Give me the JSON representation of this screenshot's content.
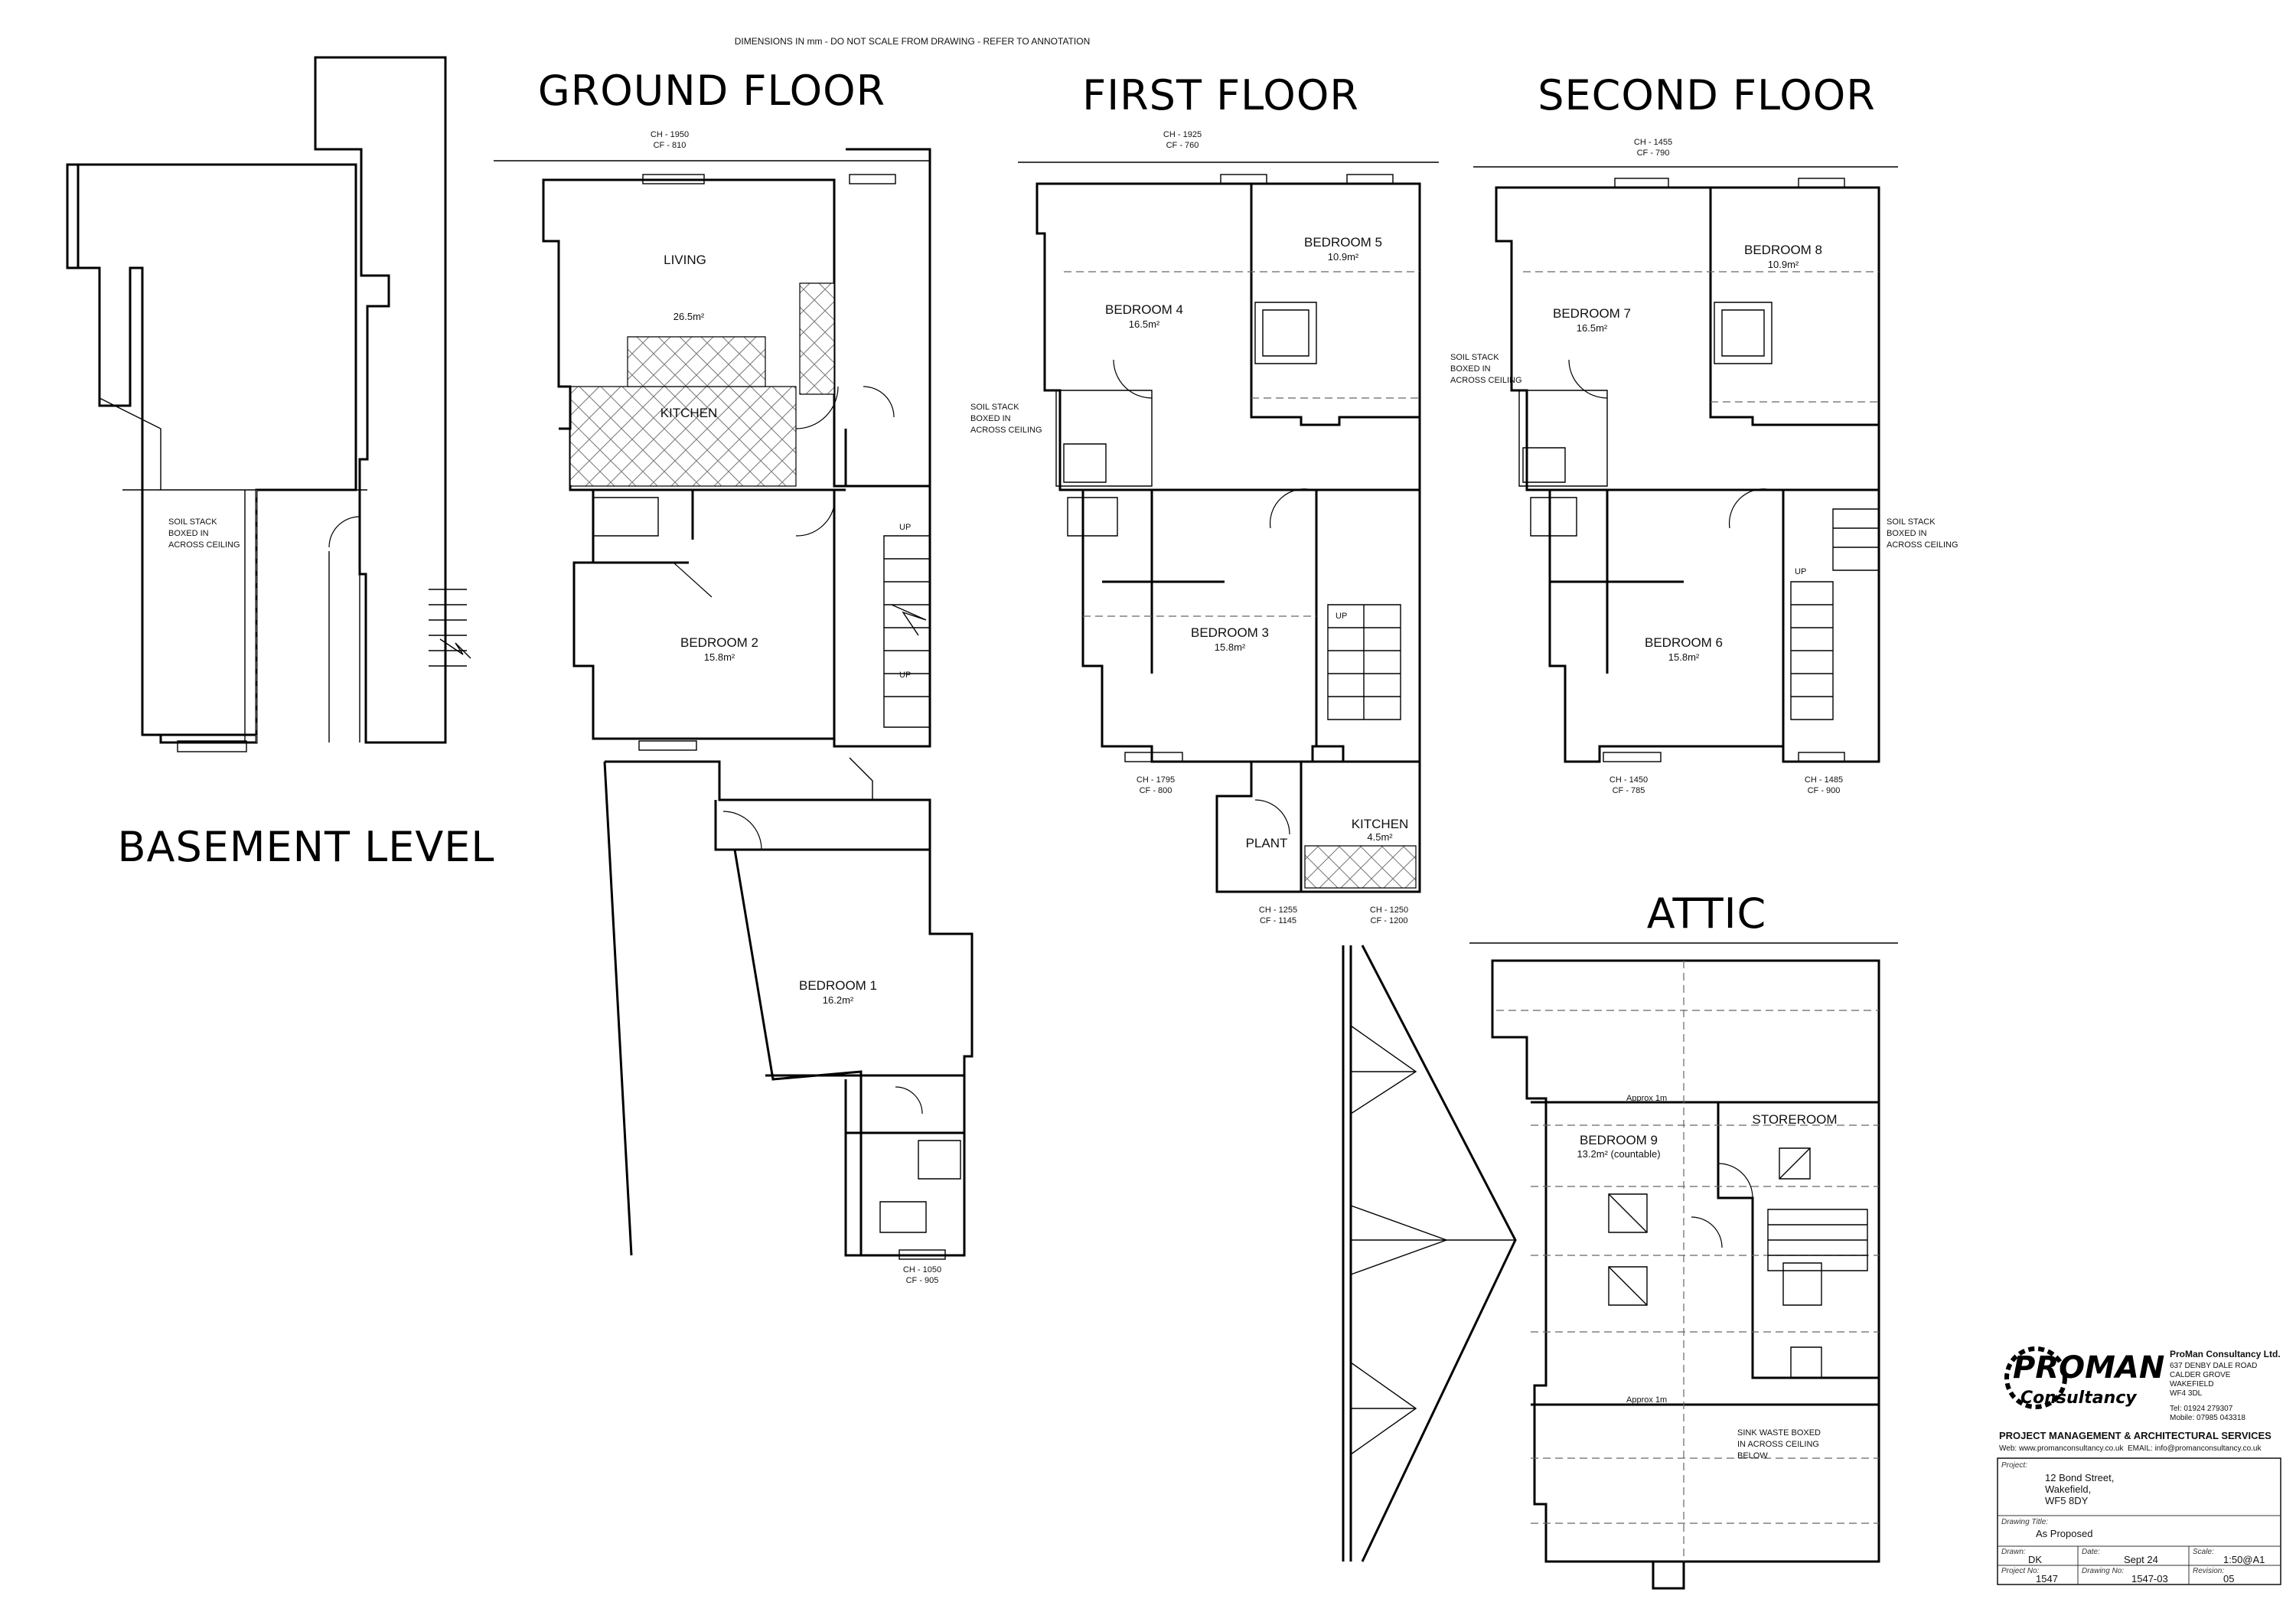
{
  "header_note": "DIMENSIONS IN mm - DO NOT SCALE FROM DRAWING - REFER TO ANNOTATION",
  "titles": {
    "basement": "BASEMENT LEVEL",
    "ground": "GROUND FLOOR",
    "first": "FIRST FLOOR",
    "second": "SECOND FLOOR",
    "attic": "ATTIC"
  },
  "rooms": {
    "living": "LIVING",
    "living_area": "26.5m²",
    "kitchen": "KITCHEN",
    "bedroom1": "BEDROOM 1",
    "bedroom1_area": "16.2m²",
    "bedroom2": "BEDROOM 2",
    "bedroom2_area": "15.8m²",
    "bedroom3": "BEDROOM 3",
    "bedroom3_area": "15.8m²",
    "bedroom4": "BEDROOM 4",
    "bedroom4_area": "16.5m²",
    "bedroom5": "BEDROOM 5",
    "bedroom5_area": "10.9m²",
    "plant": "PLANT",
    "kitchen2": "KITCHEN",
    "kitchen2_area": "4.5m²",
    "bedroom6": "BEDROOM 6",
    "bedroom6_area": "15.8m²",
    "bedroom7": "BEDROOM 7",
    "bedroom7_area": "16.5m²",
    "bedroom8": "BEDROOM 8",
    "bedroom8_area": "10.9m²",
    "bedroom9": "BEDROOM 9",
    "bedroom9_area": "13.2m² (countable)",
    "storeroom": "STOREROOM"
  },
  "notes": {
    "soil_stack": [
      "SOIL STACK",
      "BOXED IN",
      "ACROSS CEILING"
    ],
    "sink_waste": [
      "SINK WASTE BOXED",
      "IN ACROSS CEILING",
      "BELOW"
    ],
    "up": "UP",
    "approx1m": "Approx 1m"
  },
  "heights": {
    "g_top_ch": "CH - 1950",
    "g_top_cf": "CF - 810",
    "g_bot_ch": "CH - 1050",
    "g_bot_cf": "CF - 905",
    "f_top_ch": "CH - 1925",
    "f_top_cf": "CF - 760",
    "f_bot_ch": "CH - 1795",
    "f_bot_cf": "CF - 800",
    "f_plant_ch": "CH - 1255",
    "f_plant_cf": "CF - 1145",
    "f_kit_ch": "CH - 1250",
    "f_kit_cf": "CF - 1200",
    "s_top_ch": "CH - 1455",
    "s_top_cf": "CF - 790",
    "s_bl_ch": "CH - 1450",
    "s_bl_cf": "CF - 785",
    "s_br_ch": "CH - 1485",
    "s_br_cf": "CF - 900"
  },
  "company": {
    "logo_text": "PROMAN",
    "logo_sub": "Consultancy",
    "name": "ProMan Consultancy Ltd.",
    "address": [
      "637 DENBY DALE ROAD",
      "CALDER GROVE",
      "WAKEFIELD",
      "WF4 3DL"
    ],
    "tel": "Tel: 01924 279307",
    "mobile": "Mobile: 07985 043318",
    "services": "PROJECT MANAGEMENT & ARCHITECTURAL SERVICES",
    "web": "Web: www.promanconsultancy.co.uk",
    "email": "EMAIL: info@promanconsultancy.co.uk"
  },
  "title_block": {
    "project_label": "Project:",
    "project": [
      "12 Bond Street,",
      "Wakefield,",
      "WF5 8DY"
    ],
    "drawing_title_label": "Drawing Title:",
    "drawing_title": "As Proposed",
    "drawn_label": "Drawn:",
    "drawn": "DK",
    "date_label": "Date:",
    "date": "Sept 24",
    "scale_label": "Scale:",
    "scale": "1:50@A1",
    "project_no_label": "Project No:",
    "project_no": "1547",
    "drawing_no_label": "Drawing No:",
    "drawing_no": "1547-03",
    "revision_label": "Revision:",
    "revision": "05"
  }
}
